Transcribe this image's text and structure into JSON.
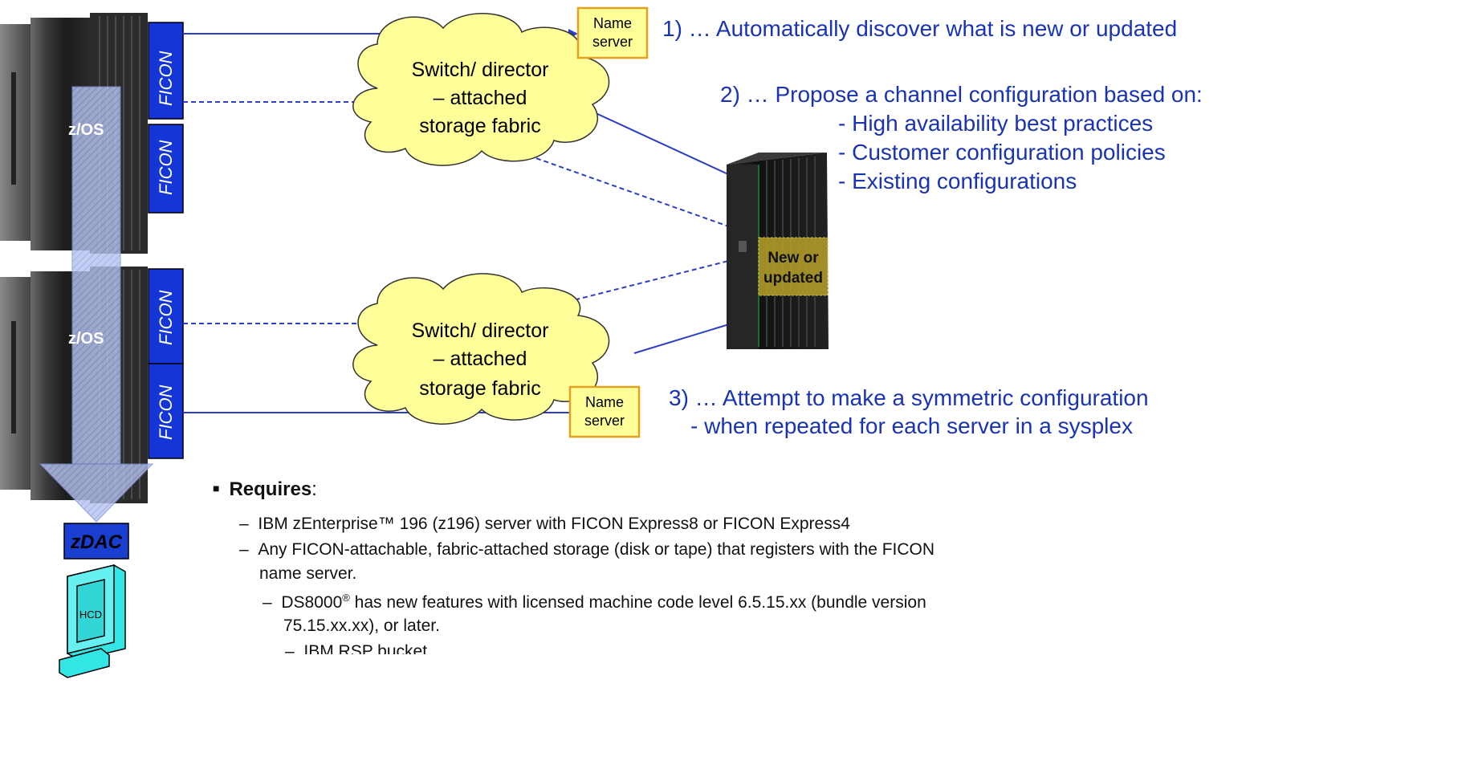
{
  "servers": {
    "ficon_label": "FICON",
    "zos_label": "z/OS"
  },
  "fabric": {
    "cloud_line1": "Switch/ director",
    "cloud_line2": "– attached",
    "cloud_line3": "storage fabric",
    "name_server_line1": "Name",
    "name_server_line2": "server"
  },
  "storage": {
    "badge_line1": "New or",
    "badge_line2": "updated"
  },
  "zdac": {
    "label": "zDAC",
    "hcd_label": "HCD"
  },
  "callouts": {
    "step1": "1) … Automatically discover what is new or updated",
    "step2": "2) … Propose a channel configuration based on:",
    "step2_items": [
      "- High availability best practices",
      "- Customer configuration policies",
      "- Existing configurations"
    ],
    "step3": "3) … Attempt to make a symmetric configuration",
    "step3_sub": "- when repeated for each server in a sysplex"
  },
  "requires": {
    "heading": "Requires",
    "heading_colon": ":",
    "item1": "IBM zEnterprise™ 196 (z196) server with FICON Express8 or FICON Express4",
    "item2_line1": "Any FICON-attachable, fabric-attached storage (disk or tape) that registers with the FICON",
    "item2_line2": "name server.",
    "sub1_prefix": "DS8000",
    "sub1_sup": "®",
    "sub1_rest": " has new features with licensed machine code level 6.5.15.xx (bundle version",
    "sub1_line2": "75.15.xx.xx), or later.",
    "sub2": "IBM RSP bucket"
  }
}
